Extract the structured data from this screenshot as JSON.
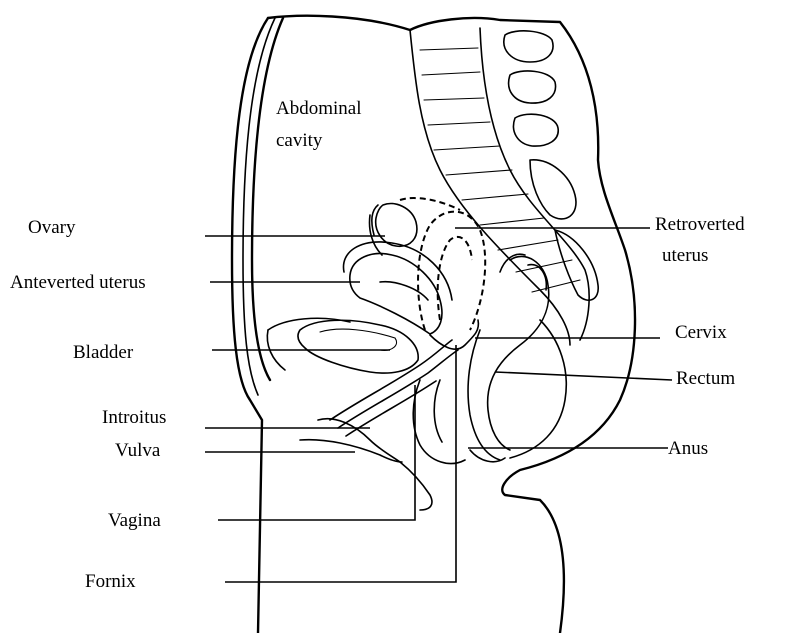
{
  "labels": {
    "abdominal_cavity_line1": "Abdominal",
    "abdominal_cavity_line2": "cavity",
    "ovary": "Ovary",
    "anteverted_uterus": "Anteverted uterus",
    "bladder": "Bladder",
    "introitus": "Introitus",
    "vulva": "Vulva",
    "vagina": "Vagina",
    "fornix": "Fornix",
    "retroverted_uterus_line1": "Retroverted",
    "retroverted_uterus_line2": "uterus",
    "cervix": "Cervix",
    "rectum": "Rectum",
    "anus": "Anus"
  }
}
